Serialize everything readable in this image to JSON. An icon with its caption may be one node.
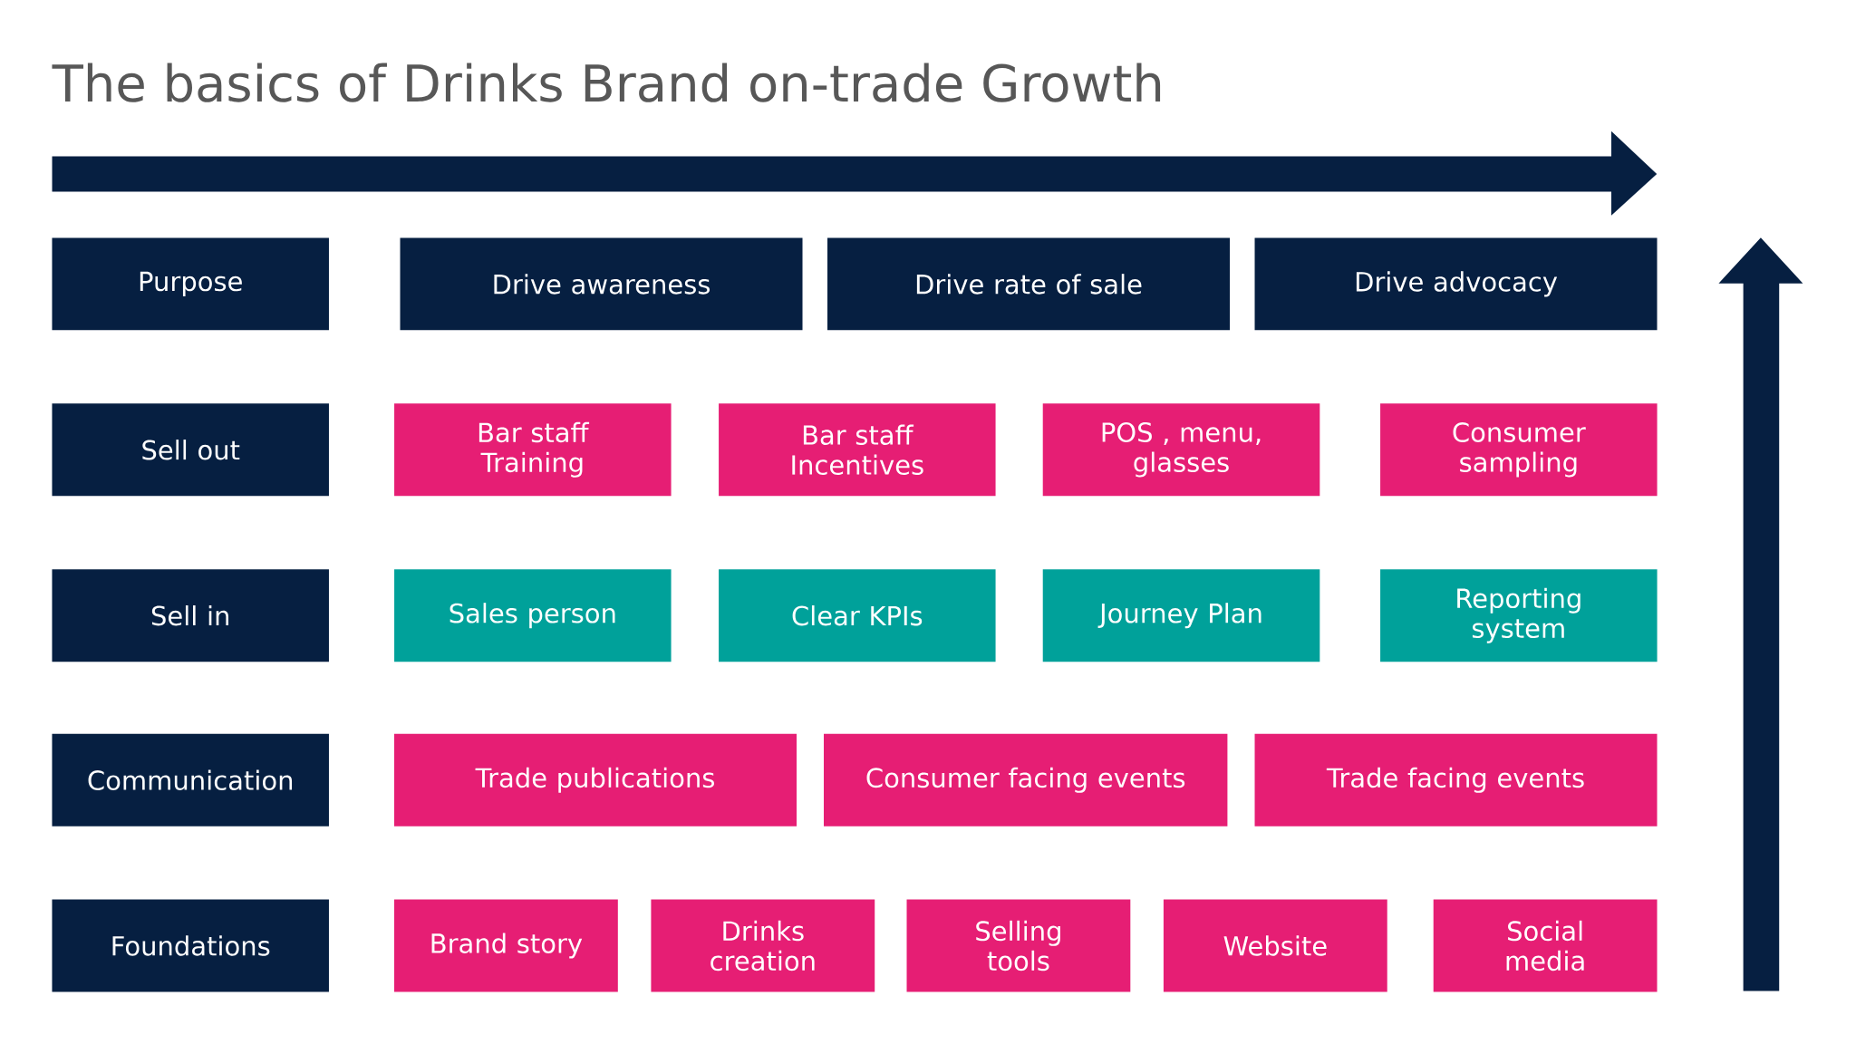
{
  "diagram": {
    "title": "The basics of Drinks Brand on-trade Growth",
    "nodes": [
      {
        "text": [
          "Purpose"
        ]
      },
      {
        "text": [
          "Drive awareness"
        ]
      },
      {
        "text": [
          "Drive rate of sale"
        ]
      },
      {
        "text": [
          "Drive advocacy"
        ]
      },
      {
        "text": [
          "Sell out"
        ]
      },
      {
        "text": [
          "Bar staff Training"
        ]
      },
      {
        "text": [
          "Bar staff Incentives"
        ]
      },
      {
        "text": [
          "POS , menu, glasses"
        ]
      },
      {
        "text": [
          "Consumer sampling"
        ]
      },
      {
        "text": [
          "Sell in"
        ]
      },
      {
        "text": [
          "Sales person"
        ]
      },
      {
        "text": [
          "Clear KPIs"
        ]
      },
      {
        "text": [
          "Journey Plan"
        ]
      },
      {
        "text": [
          "Reporting system"
        ]
      },
      {
        "text": [
          "Communication"
        ]
      },
      {
        "text": [
          "Trade publications"
        ]
      },
      {
        "text": [
          "Consumer facing events"
        ]
      },
      {
        "text": [
          "Trade facing events"
        ]
      },
      {
        "text": [
          "Foundations"
        ]
      },
      {
        "text": [
          "Brand story"
        ]
      },
      {
        "text": [
          "Drinks creation"
        ]
      },
      {
        "text": [
          "Selling tools"
        ]
      },
      {
        "text": [
          "Website"
        ]
      },
      {
        "text": [
          "Social media"
        ]
      }
    ]
  }
}
